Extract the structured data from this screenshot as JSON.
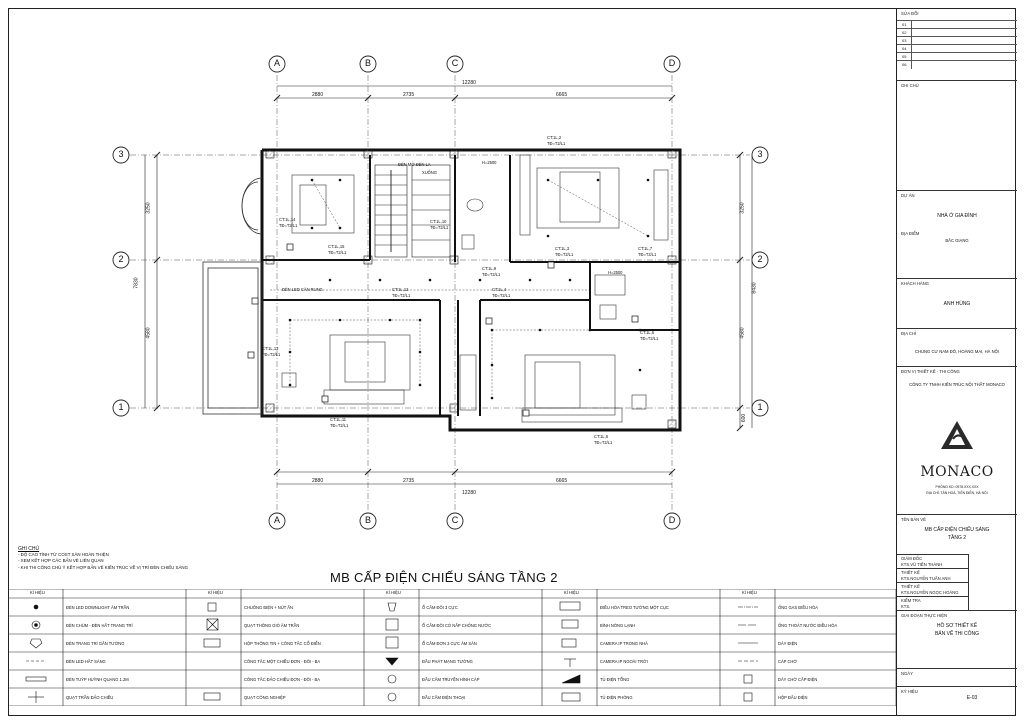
{
  "grid": {
    "columns": [
      "A",
      "B",
      "C",
      "D"
    ],
    "rows": [
      "3",
      "2",
      "1"
    ],
    "top_dims": [
      "2880",
      "2735",
      "6665"
    ],
    "top_total": "12280",
    "bottom_dims": [
      "2880",
      "2735",
      "6665"
    ],
    "bottom_total": "12280",
    "left_dims": [
      "3250",
      "4580"
    ],
    "left_total": "7830",
    "right_dims": [
      "3250",
      "4580",
      "600"
    ],
    "right_total": "8430"
  },
  "plan_labels": {
    "led_strip": "ĐÈN LED CĂN RUNG",
    "c1_2": "CT:1L,2",
    "c1_1": "CT:1L,1",
    "c1_3": "CT:1L,3",
    "c1_4": "CT:1L,4",
    "c1_5": "CT:1L,5",
    "c1_6": "CT:1L,6",
    "c1_7": "CT:1L,7",
    "c1_9": "CT:1L,9",
    "c1_10": "CT:1L,10",
    "c1_11": "CT:1L,11",
    "c1_12": "CT:1L,12",
    "c1_13": "CT:1L,13",
    "c1_14": "CT:1L,14",
    "c1_15": "CT:1L,15",
    "td": "TĐ=T2/L1",
    "h2500": "H=2500",
    "stair_note": "ĐÈN MỞ ĐÈN LA",
    "xuong": "XUỐNG"
  },
  "notes": {
    "heading": "GHI CHÚ",
    "lines": [
      "- ĐỘ CAO TÍNH TỪ COST SÀN HOÀN THIỆN",
      "- XEM KẾT HỢP CÁC BẢN VẼ LIÊN QUAN",
      "- KHI THI CÔNG CHÚ Ý KẾT HỢP BẢN VẼ KIẾN TRÚC VỀ VỊ TRÍ ĐÈN CHIẾU SÁNG"
    ]
  },
  "legend": {
    "title": "MB CẤP ĐIỆN CHIẾU SÁNG TẦNG 2",
    "kyhieu": "KÍ HIỆU",
    "col1": [
      "ĐÈN LED DOWNLIGHT ÂM TRẦN",
      "ĐÈN CHÙM - ĐÈN HẮT TRANG TRÍ",
      "ĐÈN TRANG TRÍ GẮN TƯỜNG",
      "ĐÈN LED HẮT SÁNG",
      "ĐÈN TUÝP HUỲNH QUANG 1.2M",
      "QUẠT TRẦN ĐẢO CHIỀU"
    ],
    "col2": [
      "CHUÔNG ĐIỆN + NÚT ẤN",
      "QUẠT THÔNG GIÓ ÂM TRẦN",
      "HỘP THÔNG TIN + CÔNG TẮC CỔ ĐIỂN",
      "CÔNG TẮC MỘT CHIỀU ĐƠN - ĐÔI - BA",
      "CÔNG TẮC ĐẢO CHIỀU ĐƠN - ĐÔI - BA",
      "QUẠT CÔNG NGHIỆP"
    ],
    "col3": [
      "Ổ CẮM ĐÔI 3 CỰC",
      "Ổ CẮM ĐÔI CÓ NẮP CHỐNG NƯỚC",
      "Ổ CẮM ĐƠN 3 CỰC ÂM SÀN",
      "ĐẦU PHÁT MẠNG TƯỜNG",
      "ĐẦU CẮM TRUYỀN HÌNH CÁP",
      "ĐẦU CẮM ĐIỆN THOẠI"
    ],
    "col4": [
      "ĐIỀU HÒA TREO TƯỜNG MỘT CỤC",
      "BÌNH NÓNG LẠNH",
      "CAMERA IP TRONG NHÀ",
      "CAMERA IP NGOÀI TRỜI",
      "TỦ ĐIỆN TỔNG",
      "TỦ ĐIỆN PHÒNG"
    ],
    "col5": [
      "ỐNG GAS ĐIỀU HÒA",
      "ỐNG THOÁT NƯỚC ĐIỀU HÒA",
      "DÂY ĐIỆN",
      "CÁP CHỜ",
      "DÂY CHỜ CẤP ĐIỆN",
      "HỘP ĐẤU ĐIỆN"
    ]
  },
  "titleblock": {
    "revision": "SỬA ĐỔI",
    "rev_rows": [
      "01",
      "02",
      "03",
      "04",
      "05",
      "06"
    ],
    "ghichu": "GHI CHÚ",
    "project_label": "DỰ ÁN",
    "project": "NHÀ Ở GIA ĐÌNH",
    "location_label": "ĐỊA ĐIỂM",
    "location": "BẮC GIANG",
    "client_label": "KHÁCH HÀNG",
    "client": "ANH HÙNG",
    "address_label": "ĐỊA CHỈ",
    "address": "CHUNG CƯ NAM ĐÔ, HOÀNG MAI, HÀ NỘI",
    "designer_label": "ĐƠN VỊ THIẾT KẾ - THI CÔNG",
    "designer": "CÔNG TY TNHH KIẾN TRÚC NỘI THẤT MONACO",
    "brand": "MONACO",
    "brand_sub1": "PHÒNG KD: 0978.XXX.XXX",
    "brand_sub2": "ĐỊA CHỈ: TÂN HOÀ, TIẾN ĐIỀN, HÀ NỘI",
    "drawing_label": "TÊN BẢN VẼ",
    "drawing_title_1": "MB CẤP ĐIỆN CHIẾU SÁNG",
    "drawing_title_2": "TẦNG 2",
    "director_label": "GIÁM ĐỐC",
    "director": "KTS.VŨ TIẾN THÀNH",
    "design_label": "THIẾT KẾ",
    "design": "KTS.NGUYỄN TUẤN ANH",
    "design2_label": "THIẾT KẾ",
    "design2": "KTS.NGUYỄN NGỌC HOÀNG",
    "check_label": "KIỂM TRA",
    "check": "KTS.",
    "stage_label": "GIAI ĐOẠN THỰC HIỆN",
    "stage_1": "HỒ SƠ THIẾT KẾ",
    "stage_2": "BẢN VẼ THI CÔNG",
    "date_label": "NGÀY",
    "code_label": "KÝ HIỆU",
    "code": "E-03"
  }
}
